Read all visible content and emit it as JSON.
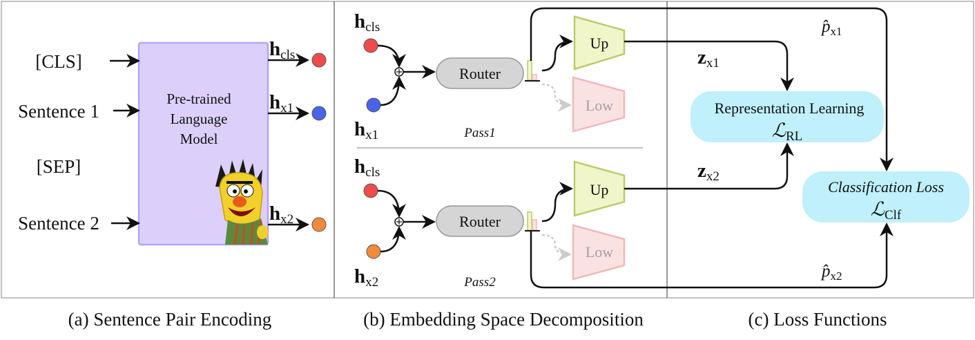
{
  "panel_a": {
    "inputs": [
      "[CLS]",
      "Sentence 1",
      "[SEP]",
      "Sentence 2"
    ],
    "model_lines": [
      "Pre-trained",
      "Language",
      "Model"
    ],
    "outputs": [
      {
        "symbol": "h",
        "sub": "cls",
        "color": "#ef4c4c"
      },
      {
        "symbol": "h",
        "sub": "x1",
        "color": "#4a64e8"
      },
      {
        "symbol": "h",
        "sub": "x2",
        "color": "#f28a3c"
      }
    ],
    "caption": "(a) Sentence Pair Encoding"
  },
  "panel_b": {
    "passes": [
      {
        "name": "Pass1",
        "inputs": [
          {
            "symbol": "h",
            "sub": "cls"
          },
          {
            "symbol": "h",
            "sub": "x1"
          }
        ],
        "router": "Router",
        "up": "Up",
        "low": "Low"
      },
      {
        "name": "Pass2",
        "inputs": [
          {
            "symbol": "h",
            "sub": "cls"
          },
          {
            "symbol": "h",
            "sub": "x2"
          }
        ],
        "router": "Router",
        "up": "Up",
        "low": "Low"
      }
    ],
    "caption": "(b) Embedding Space Decomposition"
  },
  "panel_c": {
    "labels": {
      "p_x1": {
        "symbol": "p̂",
        "sub": "x1"
      },
      "z_x1": {
        "symbol": "z",
        "sub": "x1"
      },
      "z_x2": {
        "symbol": "z",
        "sub": "x2"
      },
      "p_x2": {
        "symbol": "p̂",
        "sub": "x2"
      }
    },
    "rl_box": {
      "title": "Representation Learning",
      "loss_symbol": "ℒ",
      "loss_sub": "RL"
    },
    "clf_box": {
      "title": "Classification Loss",
      "loss_symbol": "ℒ",
      "loss_sub": "Clf"
    },
    "caption": "(c) Loss Functions"
  },
  "colors": {
    "model_fill": "#dcd0fb",
    "model_stroke": "#b9a2f3",
    "up_fill": "#f0f6c9",
    "up_stroke": "#bccb6b",
    "low_fill": "#fbe2e2",
    "low_stroke": "#f1b9b9",
    "router_fill": "#d5d5d5",
    "loss_box_fill": "#bff0fb",
    "red_dot": "#ef4c4c",
    "blue_dot": "#4a64e8",
    "orange_dot": "#f28a3c"
  }
}
